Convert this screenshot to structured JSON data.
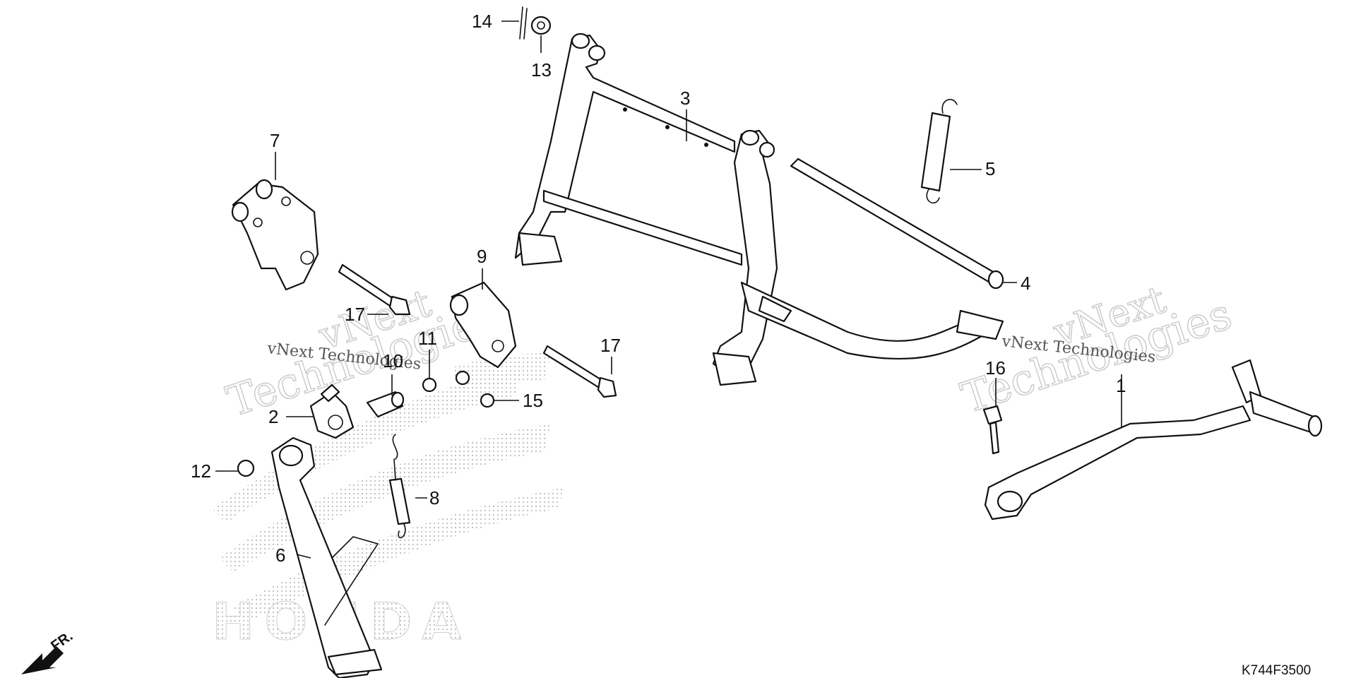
{
  "diagram": {
    "code": "K744F3500",
    "front_label": "FR.",
    "watermark_text_top": "vNext",
    "watermark_text_main": "Technologies",
    "watermark_line": "vNext Technologies",
    "brand_watermark": "HONDA"
  },
  "callouts": [
    {
      "id": "c1",
      "label": "1"
    },
    {
      "id": "c2",
      "label": "2"
    },
    {
      "id": "c3",
      "label": "3"
    },
    {
      "id": "c4",
      "label": "4"
    },
    {
      "id": "c5",
      "label": "5"
    },
    {
      "id": "c6",
      "label": "6"
    },
    {
      "id": "c7",
      "label": "7"
    },
    {
      "id": "c8",
      "label": "8"
    },
    {
      "id": "c9",
      "label": "9"
    },
    {
      "id": "c10",
      "label": "10"
    },
    {
      "id": "c11",
      "label": "11"
    },
    {
      "id": "c12",
      "label": "12"
    },
    {
      "id": "c13",
      "label": "13"
    },
    {
      "id": "c14",
      "label": "14"
    },
    {
      "id": "c15",
      "label": "15"
    },
    {
      "id": "c16",
      "label": "16"
    },
    {
      "id": "c17a",
      "label": "17"
    },
    {
      "id": "c17b",
      "label": "17"
    }
  ]
}
